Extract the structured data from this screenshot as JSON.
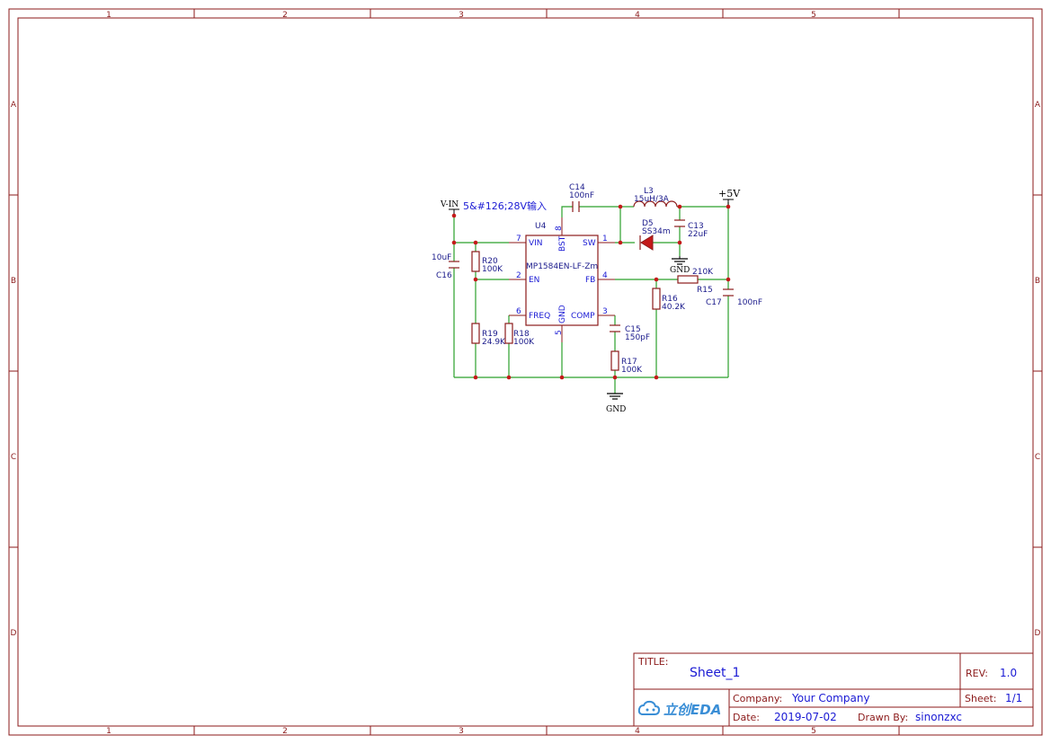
{
  "frame": {
    "columns": [
      "1",
      "2",
      "3",
      "4",
      "5"
    ],
    "rows": [
      "A",
      "B",
      "C",
      "D"
    ]
  },
  "net_labels": {
    "vin": "V-IN",
    "vin_note": "5&#126;28V输入",
    "plus5v": "+5V",
    "gnd_top": "GND",
    "gnd_bottom": "GND"
  },
  "u4": {
    "ref": "U4",
    "part": "MP1584EN-LF-Zm",
    "pins": {
      "vin": {
        "num": "7",
        "name": "VIN"
      },
      "en": {
        "num": "2",
        "name": "EN"
      },
      "freq": {
        "num": "6",
        "name": "FREQ"
      },
      "bst": {
        "num": "8",
        "name": "BST"
      },
      "gnd": {
        "num": "5",
        "name": "GND"
      },
      "sw": {
        "num": "1",
        "name": "SW"
      },
      "fb": {
        "num": "4",
        "name": "FB"
      },
      "comp": {
        "num": "3",
        "name": "COMP"
      }
    }
  },
  "components": {
    "c14": {
      "ref": "C14",
      "value": "100nF"
    },
    "l3": {
      "ref": "L3",
      "value": "15uH/3A"
    },
    "d5": {
      "ref": "D5",
      "value": "SS34m"
    },
    "c13": {
      "ref": "C13",
      "value": "22uF"
    },
    "c16": {
      "ref": "C16",
      "value": "10uF"
    },
    "r20": {
      "ref": "R20",
      "value": "100K"
    },
    "r19": {
      "ref": "R19",
      "value": "24.9K"
    },
    "r18": {
      "ref": "R18",
      "value": "100K"
    },
    "c15": {
      "ref": "C15",
      "value": "150pF"
    },
    "r17": {
      "ref": "R17",
      "value": "100K"
    },
    "r16": {
      "ref": "R16",
      "value": "40.2K"
    },
    "r15": {
      "ref": "R15",
      "value": "210K"
    },
    "c17": {
      "ref": "C17",
      "value": "100nF"
    }
  },
  "title_block": {
    "title_label": "TITLE:",
    "title": "Sheet_1",
    "rev_label": "REV:",
    "rev": "1.0",
    "company_label": "Company:",
    "company": "Your Company",
    "sheet_label": "Sheet:",
    "sheet": "1/1",
    "date_label": "Date:",
    "date": "2019-07-02",
    "drawn_label": "Drawn By:",
    "drawn_by": "sinonzxc",
    "logo_text": "立创EDA"
  },
  "colors": {
    "frame": "#8b1a1a",
    "wire": "#2aa02a",
    "junction": "#c41a1a",
    "text_blue": "#1a1ad4"
  }
}
